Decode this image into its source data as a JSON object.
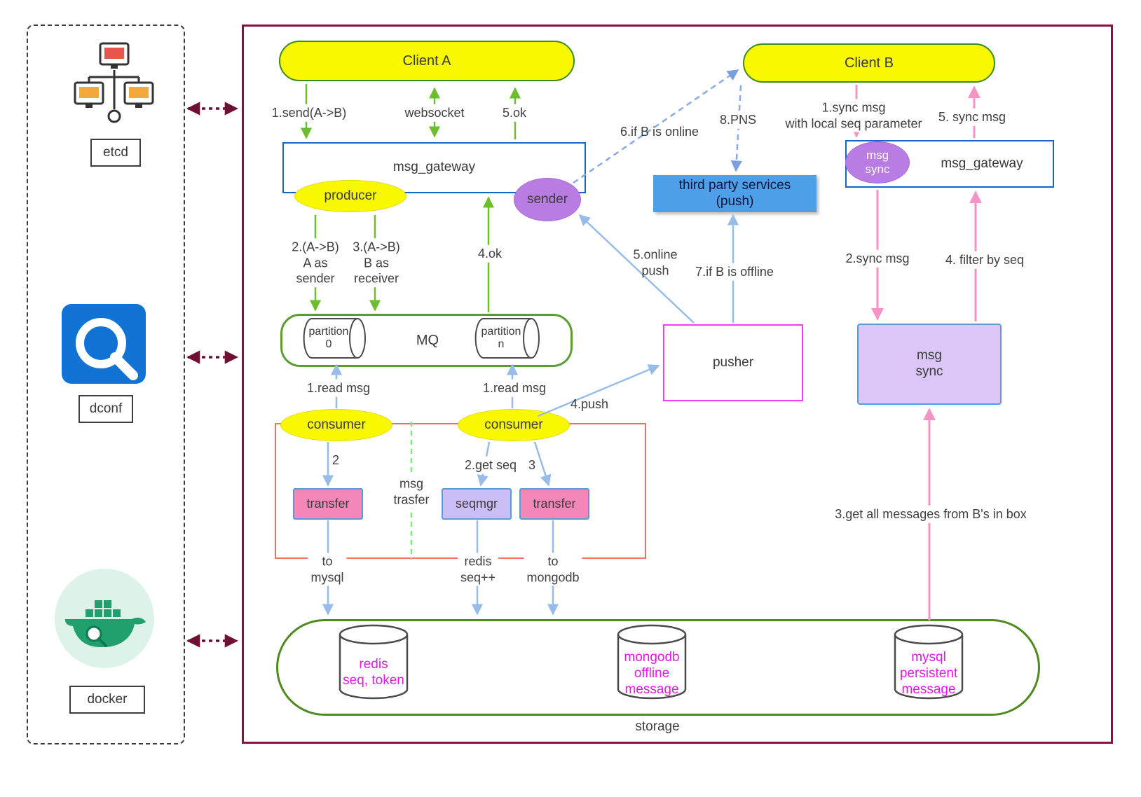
{
  "sidebar": {
    "etcd": "etcd",
    "dconf": "dconf",
    "docker": "docker"
  },
  "nodes": {
    "client_a": "Client A",
    "client_b": "Client B",
    "gateway_a": "msg_gateway",
    "gateway_b": "msg_gateway",
    "producer": "producer",
    "sender": "sender",
    "msg_sync_badge": "msg\nsync",
    "third_party": "third party services\n(push)",
    "mq": "MQ",
    "partition_0": "partition\n0",
    "partition_n": "partition\nn",
    "pusher": "pusher",
    "msg_sync_box": "msg\nsync",
    "consumer_left": "consumer",
    "consumer_right": "consumer",
    "transfer_left": "transfer",
    "seqmgr": "seqmgr",
    "transfer_right": "transfer",
    "msg_trasfer_note": "msg\ntrasfer",
    "storage": "storage",
    "redis_db": "redis\nseq, token",
    "mongodb_db": "mongodb\noffline\nmessage",
    "mysql_db": "mysql\npersistent\nmessage"
  },
  "labels": {
    "send_ab": "1.send(A->B)",
    "websocket": "websocket",
    "ok5": "5.ok",
    "a_as_sender": "2.(A->B)\nA as\nsender",
    "b_as_receiver": "3.(A->B)\nB as\nreceiver",
    "ok4": "4.ok",
    "if_b_online": "6.if B is online",
    "pns": "8.PNS",
    "online_push": "5.online\npush",
    "if_b_offline": "7.if B is offline",
    "sync_msg_1": "1.sync msg\nwith local seq parameter",
    "sync_msg_5": "5. sync msg",
    "sync_msg_2": "2.sync msg",
    "filter_by_seq": "4. filter by seq",
    "read_msg_left": "1.read msg",
    "read_msg_right": "1.read msg",
    "push4": "4.push",
    "step2": "2",
    "get_seq": "2.get seq",
    "step3": "3",
    "to_mysql": "to\nmysql",
    "redis_seq": "redis\nseq++",
    "to_mongodb": "to\nmongodb",
    "get_all": "3.get all messages from B's in box"
  },
  "colors": {
    "node_yellow": "#f8f800",
    "green_border": "#3e8a20",
    "green_arrow": "#6cbe2c",
    "blue_border": "#1467c8",
    "blue_fill": "#4da0e8",
    "blue_arrow": "#98bce8",
    "blue_dashed_arrow": "#88abe4",
    "purple_ellipse": "#b87ce3",
    "purple_light_box": "#dcc6f7",
    "pink_arrow": "#f693c5",
    "magenta_border": "#f13ef1",
    "red_group_border": "#f96e64",
    "pink_box_fill": "#f387b9",
    "lavender_box_fill": "#cbbdf5",
    "storage_green": "#4f8a1f",
    "db_text_magenta": "#e518e5",
    "main_border_maroon": "#8c1044",
    "sidebar_arrow_maroon": "#6e0f33",
    "green_dashed": "#7ce87c"
  }
}
